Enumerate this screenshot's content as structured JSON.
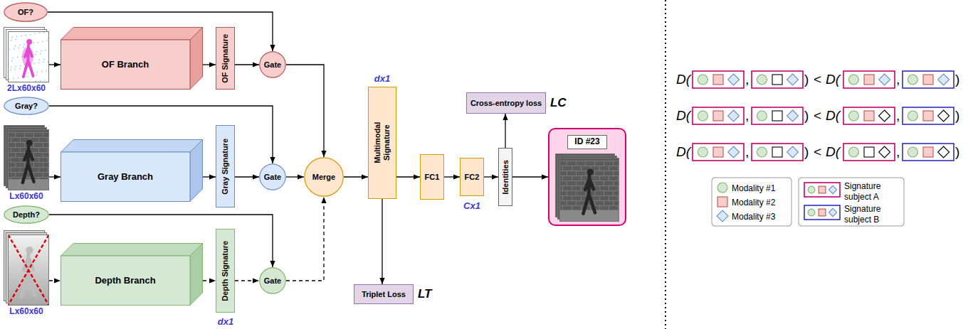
{
  "diagram": {
    "nodes": [
      {
        "text": [
          "OF?"
        ]
      },
      {
        "text": [
          "2Lx60x60"
        ]
      },
      {
        "text": [
          "OF Branch"
        ]
      },
      {
        "text": [
          "OF Signature"
        ]
      },
      {
        "text": [
          "Gate"
        ]
      },
      {
        "text": [
          "Gray?"
        ]
      },
      {
        "text": [
          "Lx60x60"
        ]
      },
      {
        "text": [
          "Gray Branch"
        ]
      },
      {
        "text": [
          "Gray Signature"
        ]
      },
      {
        "text": [
          "Gate"
        ]
      },
      {
        "text": [
          "Depth?"
        ]
      },
      {
        "text": [
          "Lx60x60"
        ]
      },
      {
        "text": [
          "Depth Branch"
        ]
      },
      {
        "text": [
          "Depth Signature"
        ]
      },
      {
        "text": [
          "Gate"
        ]
      },
      {
        "text": [
          "Merge"
        ]
      },
      {
        "text": [
          "Multimodal Signature"
        ]
      },
      {
        "text": [
          "FC1"
        ]
      },
      {
        "text": [
          "FC2"
        ]
      },
      {
        "text": [
          "Identities"
        ]
      },
      {
        "text": [
          "Cross-entropy loss",
          "LC"
        ]
      },
      {
        "text": [
          "Triplet Loss",
          "LT"
        ]
      },
      {
        "text": [
          "ID #23"
        ]
      }
    ],
    "edges": [
      {
        "from": 0,
        "to": 4,
        "arrow": "to"
      },
      {
        "from": 1,
        "to": 2,
        "arrow": "to"
      },
      {
        "from": 2,
        "to": 3,
        "arrow": "to"
      },
      {
        "from": 3,
        "to": 4,
        "arrow": "to"
      },
      {
        "from": 4,
        "to": 15,
        "arrow": "to"
      },
      {
        "from": 5,
        "to": 9,
        "arrow": "to"
      },
      {
        "from": 6,
        "to": 7,
        "arrow": "to"
      },
      {
        "from": 7,
        "to": 8,
        "arrow": "to"
      },
      {
        "from": 8,
        "to": 9,
        "arrow": "to"
      },
      {
        "from": 9,
        "to": 15,
        "arrow": "to"
      },
      {
        "from": 10,
        "to": 14,
        "arrow": "to"
      },
      {
        "from": 11,
        "to": 12,
        "arrow": "to"
      },
      {
        "from": 12,
        "to": 13,
        "arrow": "to"
      },
      {
        "from": 13,
        "to": 14,
        "arrow": "to"
      },
      {
        "from": 14,
        "to": 15,
        "arrow": "to"
      },
      {
        "from": 15,
        "to": 16,
        "arrow": "to"
      },
      {
        "from": 16,
        "to": 17,
        "arrow": "to"
      },
      {
        "from": 16,
        "to": 21,
        "arrow": "to"
      },
      {
        "from": 17,
        "to": 18,
        "arrow": "to"
      },
      {
        "from": 18,
        "to": 19,
        "arrow": "to"
      },
      {
        "from": 19,
        "to": 20,
        "arrow": "to"
      },
      {
        "from": 19,
        "to": 22,
        "arrow": "to"
      }
    ],
    "labels": [
      "dx1",
      "Cx1",
      "dx1",
      "D(",
      ",",
      ")",
      "<",
      "D(",
      ",",
      ")",
      "D(",
      ",",
      ")",
      "<",
      "D(",
      ",",
      ")",
      "D(",
      ",",
      ")",
      "<",
      "D(",
      ",",
      ")"
    ],
    "legend": [
      {
        "text": "Modality #1"
      },
      {
        "text": "Modality #2"
      },
      {
        "text": "Modality #3"
      },
      {
        "text": "Signature subject A"
      },
      {
        "text": "Signature subject B"
      }
    ]
  }
}
